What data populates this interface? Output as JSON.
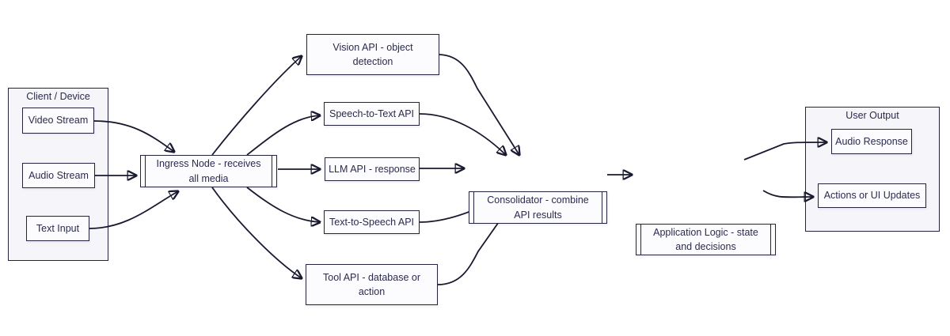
{
  "diagram": {
    "type": "flowchart",
    "direction": "left-to-right",
    "colors": {
      "background": "#ffffff",
      "node_fill": "#fcfcfe",
      "container_fill": "#f6f6fa",
      "border": "#23233f",
      "text": "#2a2a4e",
      "arrow": "#191930"
    },
    "containers": {
      "client": {
        "title": "Client / Device"
      },
      "output": {
        "title": "User Output"
      }
    },
    "nodes": {
      "video": {
        "label": "Video Stream",
        "shape": "rect"
      },
      "audio": {
        "label": "Audio Stream",
        "shape": "rect"
      },
      "text_input": {
        "label": "Text Input",
        "shape": "rect"
      },
      "ingress": {
        "label": "Ingress Node - receives all media",
        "shape": "subroutine"
      },
      "vision": {
        "label": "Vision API - object detection",
        "shape": "rect"
      },
      "stt": {
        "label": "Speech-to-Text API",
        "shape": "rect"
      },
      "llm": {
        "label": "LLM API - response",
        "shape": "rect"
      },
      "tts": {
        "label": "Text-to-Speech API",
        "shape": "rect"
      },
      "tool": {
        "label": "Tool API - database or action",
        "shape": "rect"
      },
      "consolidator": {
        "label": "Consolidator - combine API results",
        "shape": "subroutine"
      },
      "app_logic": {
        "label": "Application Logic - state and decisions",
        "shape": "subroutine"
      },
      "audio_response": {
        "label": "Audio Response",
        "shape": "rect"
      },
      "actions": {
        "label": "Actions or UI Updates",
        "shape": "rect"
      }
    },
    "edges": [
      {
        "from": "video",
        "to": "ingress"
      },
      {
        "from": "audio",
        "to": "ingress"
      },
      {
        "from": "text_input",
        "to": "ingress"
      },
      {
        "from": "ingress",
        "to": "vision"
      },
      {
        "from": "ingress",
        "to": "stt"
      },
      {
        "from": "ingress",
        "to": "llm"
      },
      {
        "from": "ingress",
        "to": "tts"
      },
      {
        "from": "ingress",
        "to": "tool"
      },
      {
        "from": "vision",
        "to": "consolidator"
      },
      {
        "from": "stt",
        "to": "consolidator"
      },
      {
        "from": "llm",
        "to": "consolidator"
      },
      {
        "from": "tts",
        "to": "consolidator"
      },
      {
        "from": "tool",
        "to": "consolidator"
      },
      {
        "from": "consolidator",
        "to": "app_logic"
      },
      {
        "from": "app_logic",
        "to": "audio_response"
      },
      {
        "from": "app_logic",
        "to": "actions"
      }
    ]
  }
}
